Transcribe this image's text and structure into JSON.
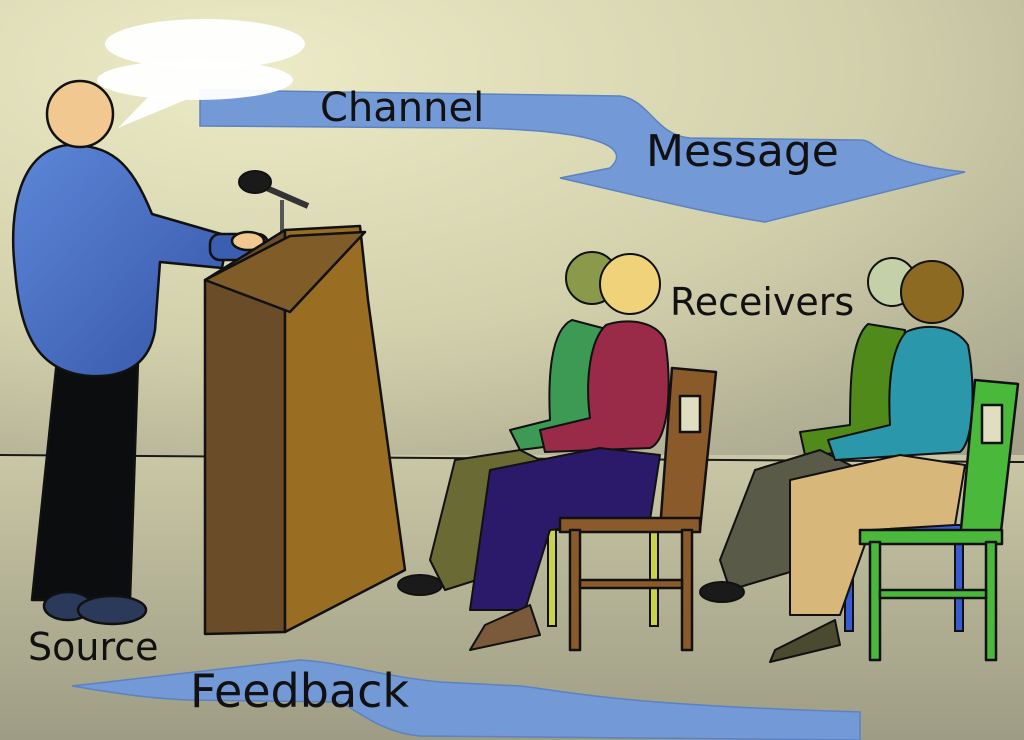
{
  "diagram": {
    "labels": {
      "channel": "Channel",
      "message": "Message",
      "receivers": "Receivers",
      "source": "Source",
      "feedback": "Feedback"
    },
    "colors": {
      "background_light": "#e6e3bd",
      "background_dark": "#a9a78d",
      "arrow": "#7399d6",
      "speaker_shirt": "#4a6fc2",
      "podium": "#8a6a2c",
      "outline": "#111111"
    },
    "icons": [
      "speech-bubble-icon",
      "microphone-icon",
      "podium-icon",
      "chair-icon"
    ]
  }
}
